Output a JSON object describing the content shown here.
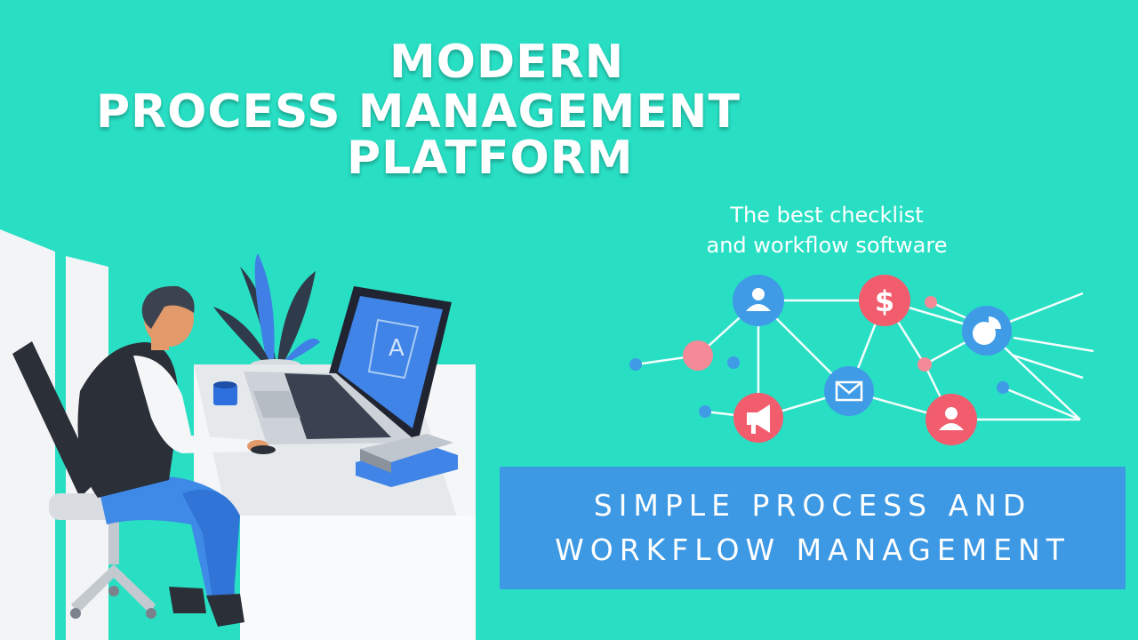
{
  "background_color": "#28dfc4",
  "headline": {
    "line1": "MODERN",
    "line2": "PROCESS MANAGEMENT",
    "line3": "PLATFORM"
  },
  "tagline": {
    "line1": "The best checklist",
    "line2": "and workflow software"
  },
  "callout": {
    "line1": "SIMPLE PROCESS AND",
    "line2": "WORKFLOW MANAGEMENT",
    "color": "#3d99e3"
  },
  "network": {
    "node_colors": {
      "blue": "#3f9be6",
      "red": "#f25d6e",
      "pink": "#f48a98"
    },
    "icons": [
      "user-icon",
      "dollar-icon",
      "pie-chart-icon",
      "mail-icon",
      "megaphone-icon",
      "user-icon"
    ]
  },
  "illustration": {
    "subject": "person-at-laptop",
    "icons": [
      "plant-icon",
      "laptop-icon",
      "mug-icon",
      "books-icon",
      "chair-icon"
    ]
  }
}
